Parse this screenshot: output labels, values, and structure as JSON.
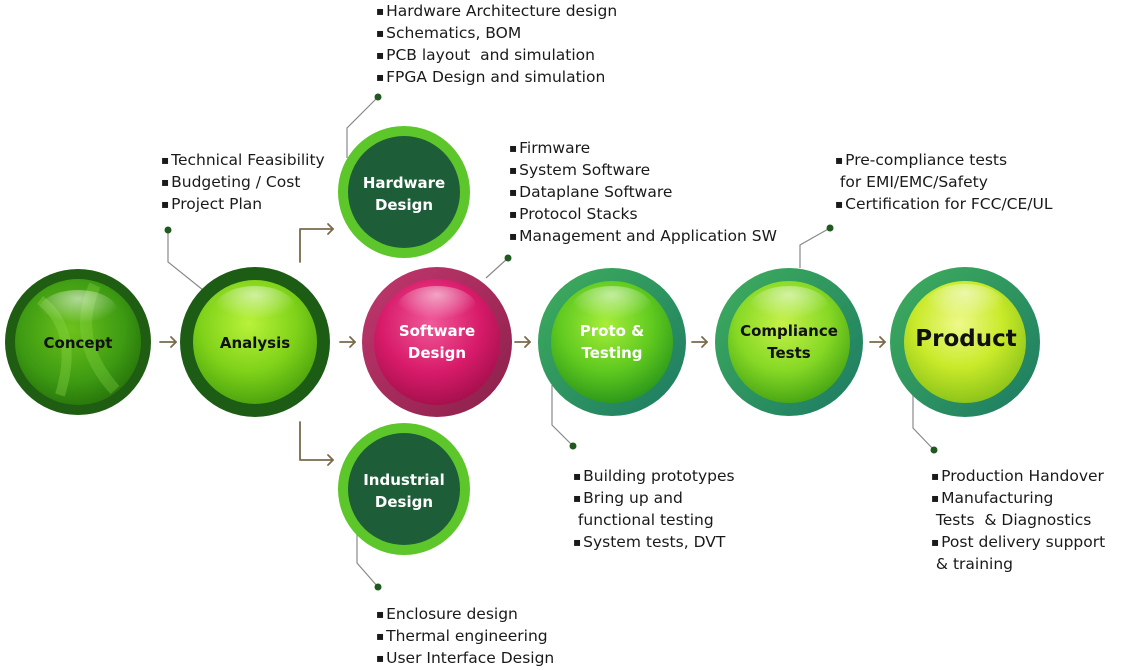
{
  "nodes": {
    "concept": "Concept",
    "analysis": "Analysis",
    "hardware": "Hardware\nDesign",
    "software": "Software\nDesign",
    "industrial": "Industrial\nDesign",
    "proto": "Proto &\nTesting",
    "compliance": "Compliance\nTests",
    "product": "Product"
  },
  "lists": {
    "hardware": [
      "Hardware Architecture design",
      "Schematics, BOM",
      "PCB layout  and simulation",
      "FPGA Design and simulation"
    ],
    "analysis": [
      "Technical Feasibility",
      "Budgeting / Cost",
      "Project Plan"
    ],
    "software": [
      "Firmware",
      "System Software",
      "Dataplane Software",
      "Protocol Stacks",
      "Management and Application SW"
    ],
    "compliance": [
      "Pre-compliance tests",
      " for EMI/EMC/Safety",
      "Certification for FCC/CE/UL"
    ],
    "proto": [
      "Building prototypes",
      "Bring up and",
      " functional testing",
      "System tests, DVT"
    ],
    "product": [
      "Production Handover",
      "Manufacturing",
      " Tests  & Diagnostics",
      "Post delivery support",
      " & training"
    ],
    "industrial": [
      "Enclosure design",
      "Thermal engineering",
      "User Interface Design"
    ]
  }
}
